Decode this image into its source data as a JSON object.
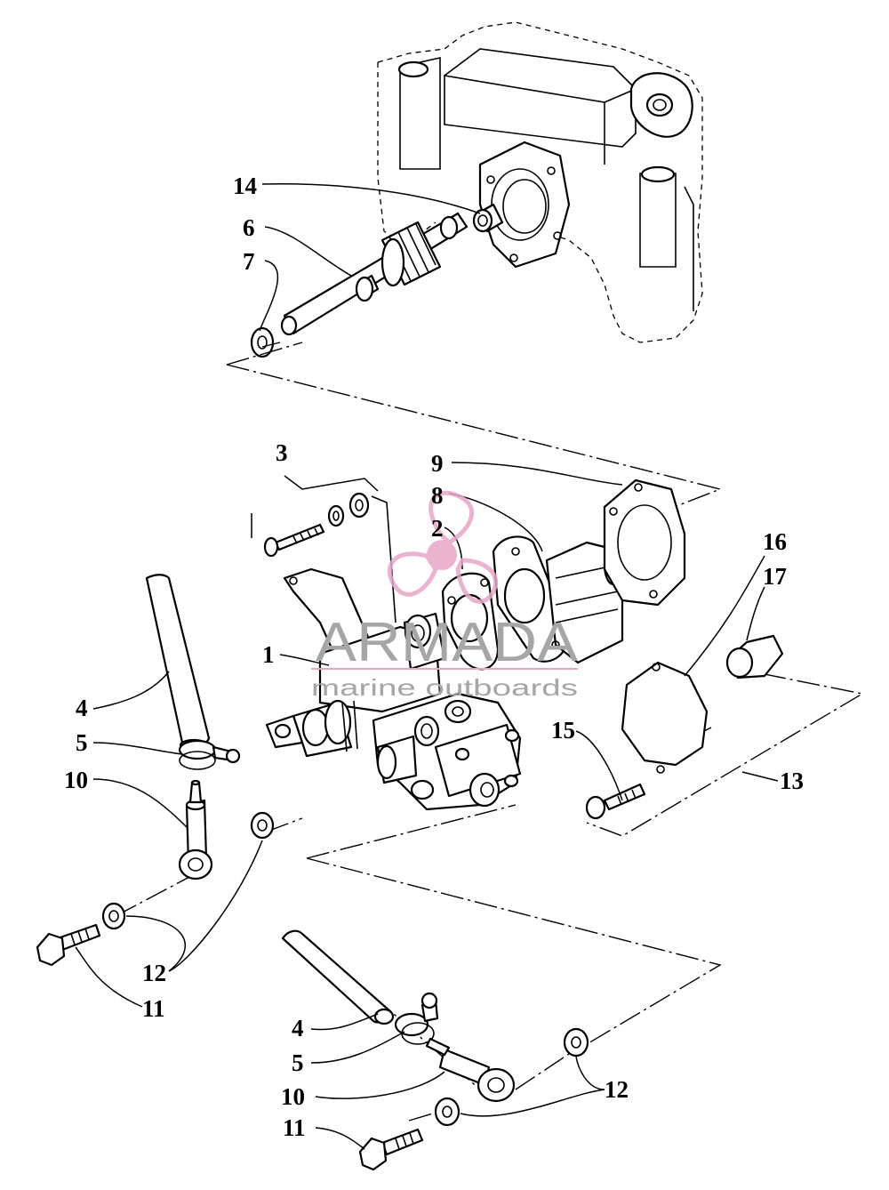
{
  "diagram": {
    "callouts": [
      {
        "id": "14a",
        "label": "14"
      },
      {
        "id": "6a",
        "label": "6"
      },
      {
        "id": "7a",
        "label": "7"
      },
      {
        "id": "3a",
        "label": "3"
      },
      {
        "id": "9a",
        "label": "9"
      },
      {
        "id": "8a",
        "label": "8"
      },
      {
        "id": "2a",
        "label": "2"
      },
      {
        "id": "16a",
        "label": "16"
      },
      {
        "id": "17a",
        "label": "17"
      },
      {
        "id": "1a",
        "label": "1"
      },
      {
        "id": "4a",
        "label": "4"
      },
      {
        "id": "5a",
        "label": "5"
      },
      {
        "id": "10a",
        "label": "10"
      },
      {
        "id": "15a",
        "label": "15"
      },
      {
        "id": "13a",
        "label": "13"
      },
      {
        "id": "12a",
        "label": "12"
      },
      {
        "id": "11a",
        "label": "11"
      },
      {
        "id": "4b",
        "label": "4"
      },
      {
        "id": "5b",
        "label": "5"
      },
      {
        "id": "10b",
        "label": "10"
      },
      {
        "id": "11b",
        "label": "11"
      },
      {
        "id": "12b",
        "label": "12"
      }
    ]
  },
  "watermark": {
    "brand": "ARMADA",
    "tagline": "marine outboards",
    "accent_color": "#e8a6c6",
    "text_color": "#a6a6a6"
  }
}
